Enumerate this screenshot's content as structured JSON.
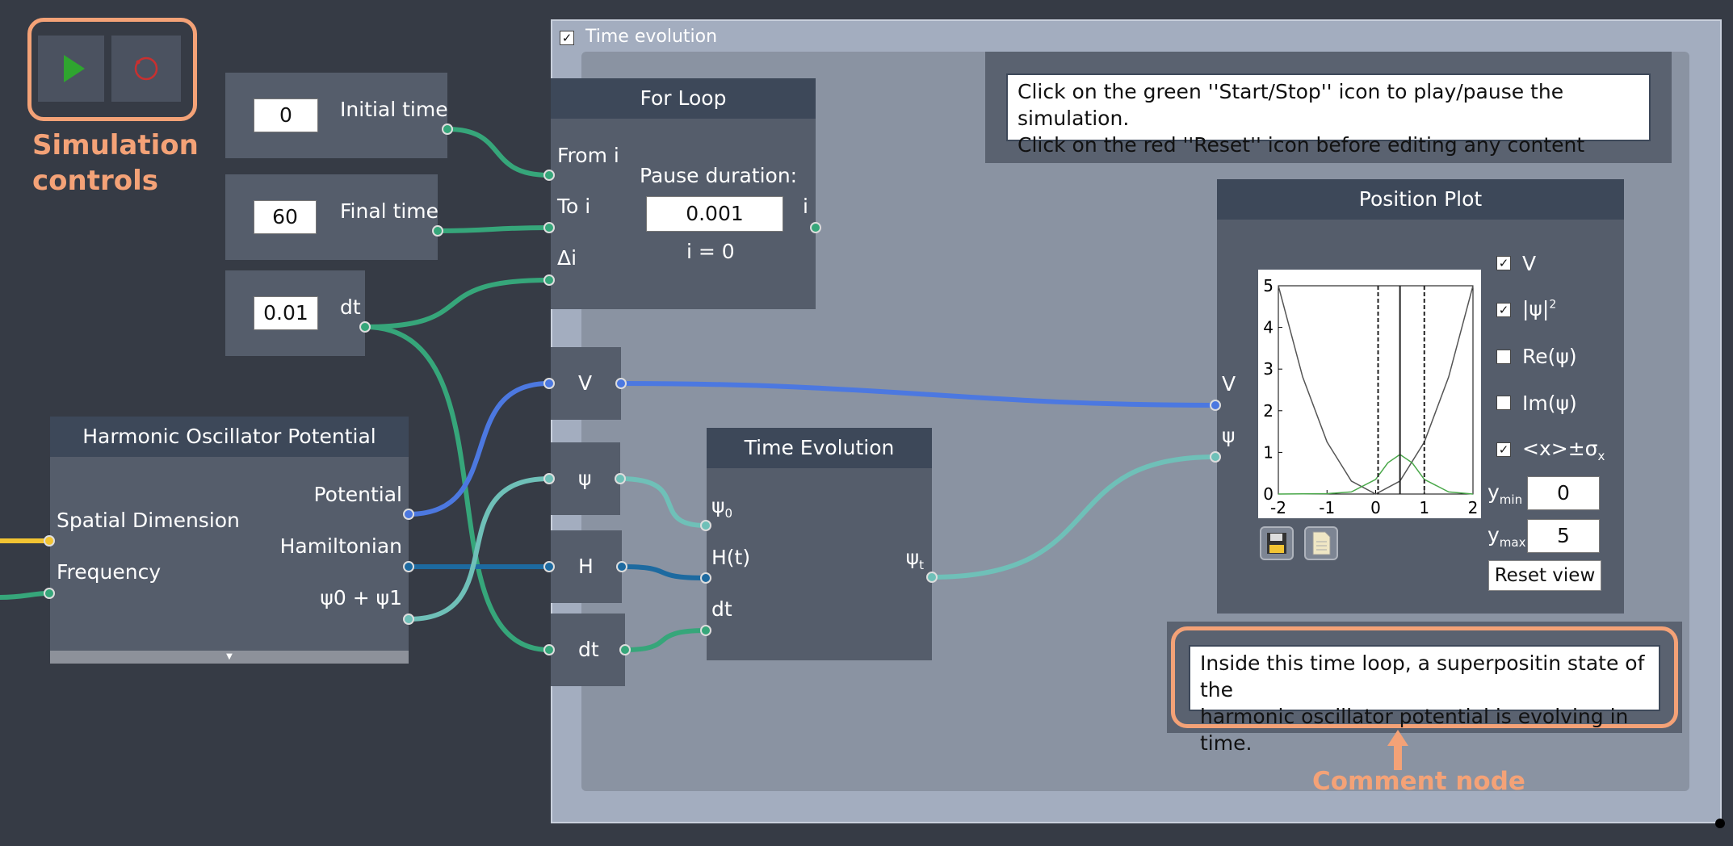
{
  "annotations": {
    "sim_controls": "Simulation\ncontrols",
    "comment_node": "Comment node"
  },
  "group": {
    "title": "Time evolution",
    "checked": "✓"
  },
  "inputs": {
    "initial_time": {
      "value": "0",
      "label": "Initial time"
    },
    "final_time": {
      "value": "60",
      "label": "Final time"
    },
    "dt": {
      "value": "0.01",
      "label": "dt"
    }
  },
  "for_loop": {
    "title": "For Loop",
    "from": "From i",
    "to": "To i",
    "delta": "Δi",
    "pause_label": "Pause duration:",
    "pause_value": "0.001",
    "out": "i",
    "status": "i = 0"
  },
  "info_comment": {
    "line1": "Click on the green ''Start/Stop'' icon to play/pause the simulation.",
    "line2": "Click on the red ''Reset'' icon before editing any content"
  },
  "harmonic": {
    "title": "Harmonic Oscillator Potential",
    "spatial": "Spatial Dimension",
    "frequency": "Frequency",
    "potential": "Potential",
    "hamiltonian": "Hamiltonian",
    "psi_sum": "ψ0 + ψ1"
  },
  "relays": {
    "v": "V",
    "psi": "ψ",
    "h": "H",
    "dt": "dt"
  },
  "time_evolution": {
    "title": "Time Evolution",
    "psi0": "ψ",
    "psi0_sub": "0",
    "ht": "H(t)",
    "dt": "dt",
    "psit": "ψ",
    "psit_sub": "t"
  },
  "position_plot": {
    "title": "Position Plot",
    "in_v": "V",
    "in_psi": "ψ",
    "options": [
      {
        "label": "V",
        "checked": "✓"
      },
      {
        "label": "|ψ|",
        "sup": "2",
        "checked": "✓"
      },
      {
        "label": "Re(ψ)",
        "checked": ""
      },
      {
        "label": "Im(ψ)",
        "checked": ""
      },
      {
        "label": "<x>±σ",
        "sub": "x",
        "checked": "✓"
      }
    ],
    "ymin_label": "y",
    "ymin_sub": "min",
    "ymin_value": "0",
    "ymax_label": "y",
    "ymax_sub": "max",
    "ymax_value": "5",
    "reset_button": "Reset view",
    "save_icon": "save-icon",
    "doc_icon": "document-icon"
  },
  "chart_data": {
    "type": "line",
    "xlim": [
      -2,
      2
    ],
    "ylim": [
      0,
      5
    ],
    "x_ticks": [
      "-2",
      "-1",
      "0",
      "1",
      "2"
    ],
    "y_ticks": [
      "0",
      "1",
      "2",
      "3",
      "4",
      "5"
    ],
    "grid": false,
    "series": [
      {
        "color": "#555555",
        "points": [
          [
            -2.0,
            5.0
          ],
          [
            -1.5,
            2.8125
          ],
          [
            -1.0,
            1.25
          ],
          [
            -0.5,
            0.3125
          ],
          [
            0.0,
            0.0
          ],
          [
            0.5,
            0.3125
          ],
          [
            1.0,
            1.25
          ],
          [
            1.5,
            2.8125
          ],
          [
            2.0,
            5.0
          ]
        ]
      },
      {
        "color": "#4aa84a",
        "points": [
          [
            -2.0,
            0.0
          ],
          [
            -1.0,
            0.01
          ],
          [
            -0.5,
            0.05
          ],
          [
            0.0,
            0.35
          ],
          [
            0.25,
            0.75
          ],
          [
            0.5,
            0.95
          ],
          [
            0.75,
            0.75
          ],
          [
            1.0,
            0.35
          ],
          [
            1.5,
            0.05
          ],
          [
            2.0,
            0.0
          ]
        ]
      }
    ],
    "vlines": [
      {
        "x": 0.05,
        "style": "dashed"
      },
      {
        "x": 0.5,
        "style": "solid"
      },
      {
        "x": 1.0,
        "style": "dashed"
      }
    ]
  },
  "loop_comment": {
    "line1": "Inside this time loop, a superpositin state of the",
    "line2": "harmonic oscillator potential is evolving in time."
  },
  "colors": {
    "accent_orange": "#f4a277",
    "wire_green": "#36a67a",
    "wire_blue": "#4c78e0",
    "wire_darkblue": "#1d6aa0",
    "wire_teal": "#6fc0b8",
    "wire_yellow": "#f2c433"
  }
}
